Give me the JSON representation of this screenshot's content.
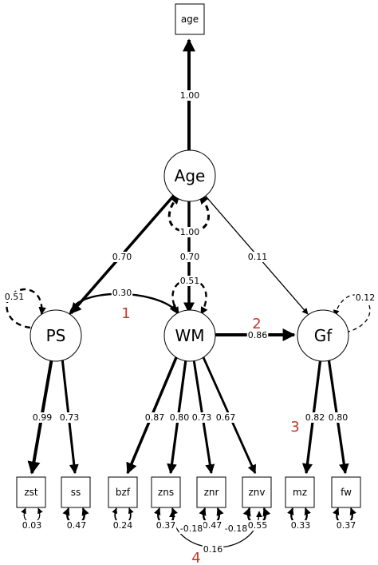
{
  "nodes": {
    "age_obs": "age",
    "age_lat": "Age",
    "ps": "PS",
    "wm": "WM",
    "gf": "Gf",
    "zst": "zst",
    "ss": "ss",
    "bzf": "bzf",
    "zns": "zns",
    "znr": "znr",
    "znv": "znv",
    "mz": "mz",
    "fw": "fw"
  },
  "paths": {
    "age_to_obs": "1.00",
    "age_var": "1.00",
    "age_ps": "0.70",
    "age_wm": "0.70",
    "age_gf": "0.11",
    "ps_var": "0.51",
    "wm_var": "0.51",
    "gf_var": "0.12",
    "ps_wm": "0.30",
    "wm_gf": "0.86",
    "ps_zst": "0.99",
    "ps_ss": "0.73",
    "wm_bzf": "0.87",
    "wm_zns": "0.80",
    "wm_znr": "0.73",
    "wm_znv": "0.67",
    "gf_mz": "0.82",
    "gf_fw": "0.80",
    "zst_var": "0.03",
    "ss_var": "0.47",
    "bzf_var": "0.24",
    "zns_var": "0.37",
    "znr_var": "0.47",
    "znv_var": "0.55",
    "mz_var": "0.33",
    "fw_var": "0.37",
    "zns_znr": "-0.18",
    "znr_znv": "-0.18",
    "zns_znv": "0.16"
  },
  "markers": {
    "m1": "1",
    "m2": "2",
    "m3": "3",
    "m4": "4"
  },
  "colors": {
    "line": "#000000",
    "marker": "#c0392b"
  }
}
